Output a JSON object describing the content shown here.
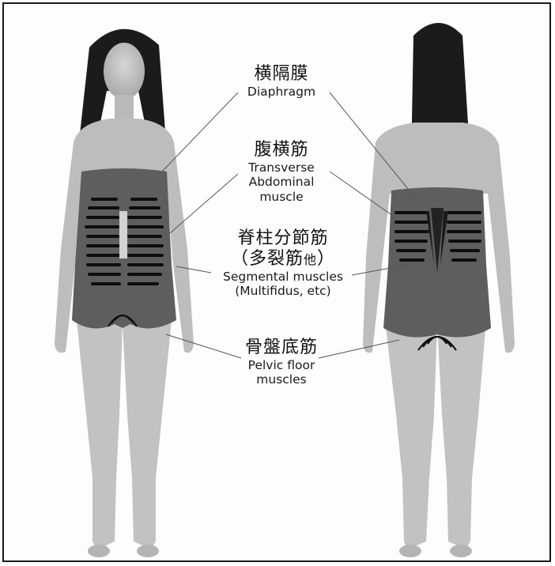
{
  "labels": {
    "diaphragm": {
      "ja": "横隔膜",
      "en": "Diaphragm"
    },
    "transverse": {
      "ja": "腹横筋",
      "en1": "Transverse",
      "en2": "Abdominal",
      "en3": "muscle"
    },
    "segmental": {
      "ja": "脊柱分節筋",
      "ja2": "（多裂筋",
      "ja2_small": "他",
      "ja2_end": "）",
      "en1": "Segmental muscles",
      "en2": "(Multifidus, etc)"
    },
    "pelvic": {
      "ja": "骨盤底筋",
      "en1": "Pelvic floor",
      "en2": "muscles"
    }
  },
  "colors": {
    "garment": "#5e5e5e",
    "skin": "#cfcfcf",
    "skin_shadow": "#a9a9a9",
    "hair": "#1b1b1b",
    "muscle_stripe": "#0d0d0d",
    "leader_line": "#555555"
  }
}
